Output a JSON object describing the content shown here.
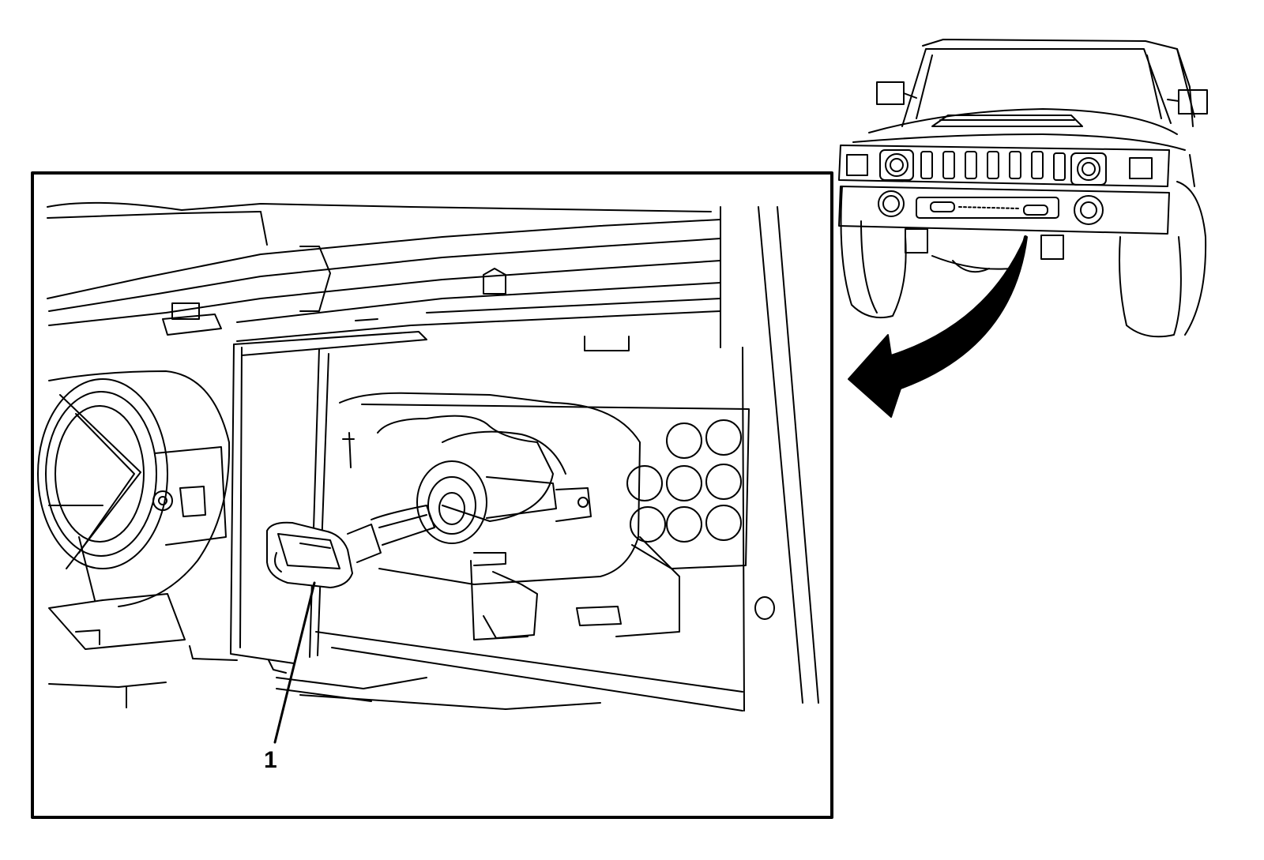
{
  "diagram": {
    "callouts": [
      {
        "label": "1",
        "target": "headlamp-bulb"
      }
    ],
    "colors": {
      "line": "#000000",
      "background": "#ffffff"
    },
    "views": [
      "detail-inset",
      "vehicle-front-overview"
    ]
  }
}
